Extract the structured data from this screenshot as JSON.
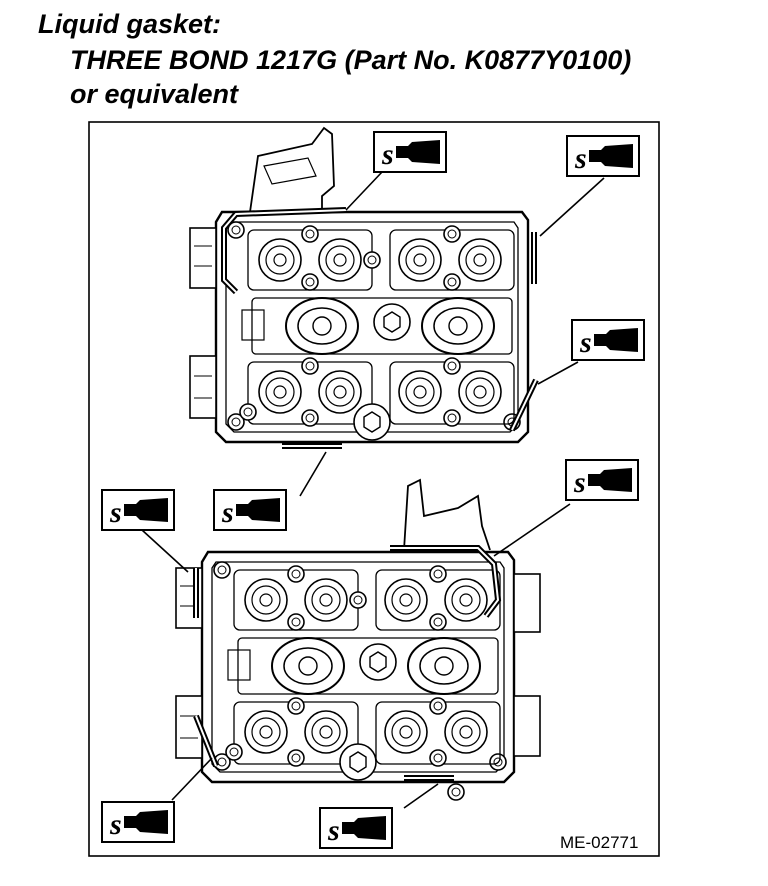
{
  "heading": {
    "line1": "Liquid gasket:",
    "line2": "THREE BOND 1217G (Part No. K0877Y0100)",
    "line3": "or equivalent"
  },
  "figure": {
    "id_label": "ME-02771",
    "callout_icon": "liquid-gasket-tube-icon",
    "callout_count": 8
  }
}
